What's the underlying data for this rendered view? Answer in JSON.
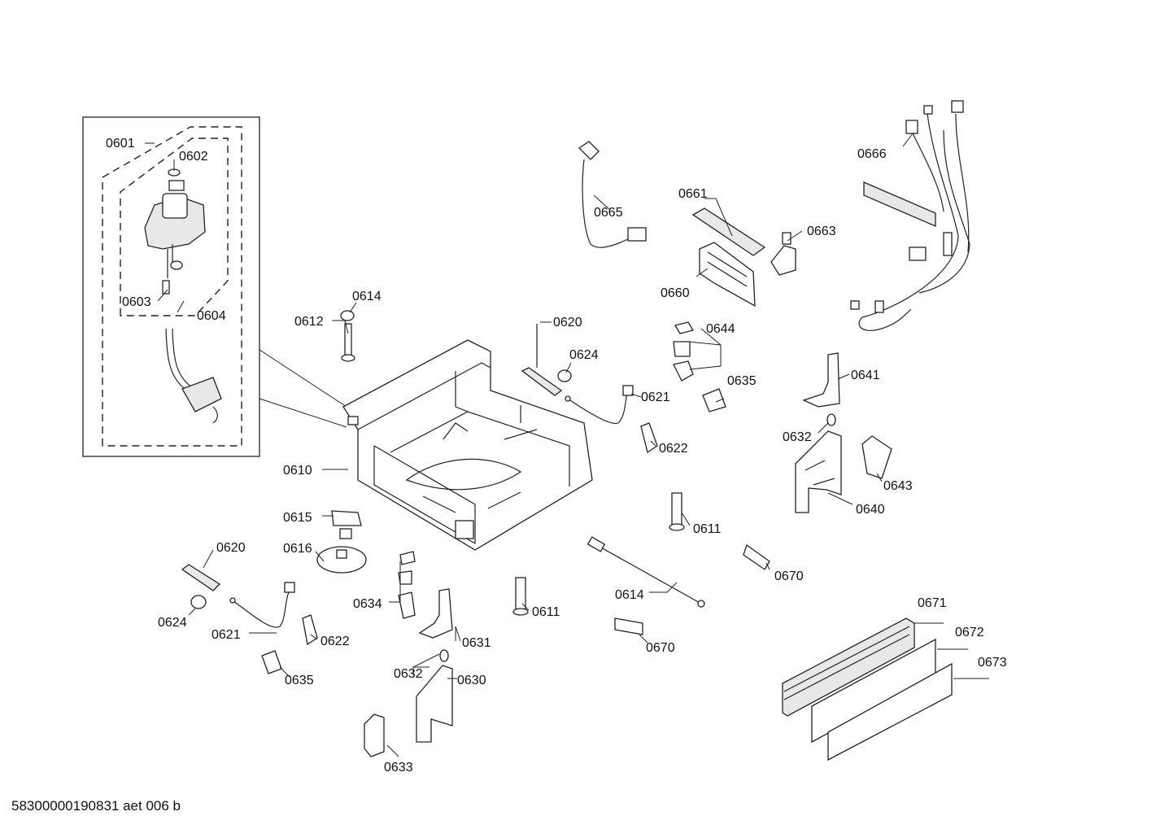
{
  "labels": {
    "l0601": "0601",
    "l0602": "0602",
    "l0603": "0603",
    "l0604": "0604",
    "l0610": "0610",
    "l0611a": "0611",
    "l0611b": "0611",
    "l0612": "0612",
    "l0614a": "0614",
    "l0614b": "0614",
    "l0615": "0615",
    "l0616": "0616",
    "l0620a": "0620",
    "l0620b": "0620",
    "l0621a": "0621",
    "l0621b": "0621",
    "l0622a": "0622",
    "l0622b": "0622",
    "l0624a": "0624",
    "l0624b": "0624",
    "l0630": "0630",
    "l0631": "0631",
    "l0632a": "0632",
    "l0632b": "0632",
    "l0633": "0633",
    "l0634": "0634",
    "l0635a": "0635",
    "l0635b": "0635",
    "l0640": "0640",
    "l0641": "0641",
    "l0643": "0643",
    "l0644": "0644",
    "l0660": "0660",
    "l0661": "0661",
    "l0663": "0663",
    "l0665": "0665",
    "l0666": "0666",
    "l0670a": "0670",
    "l0670b": "0670",
    "l0671": "0671",
    "l0672": "0672",
    "l0673": "0673"
  },
  "footer": "58300000190831 aet 006 b"
}
